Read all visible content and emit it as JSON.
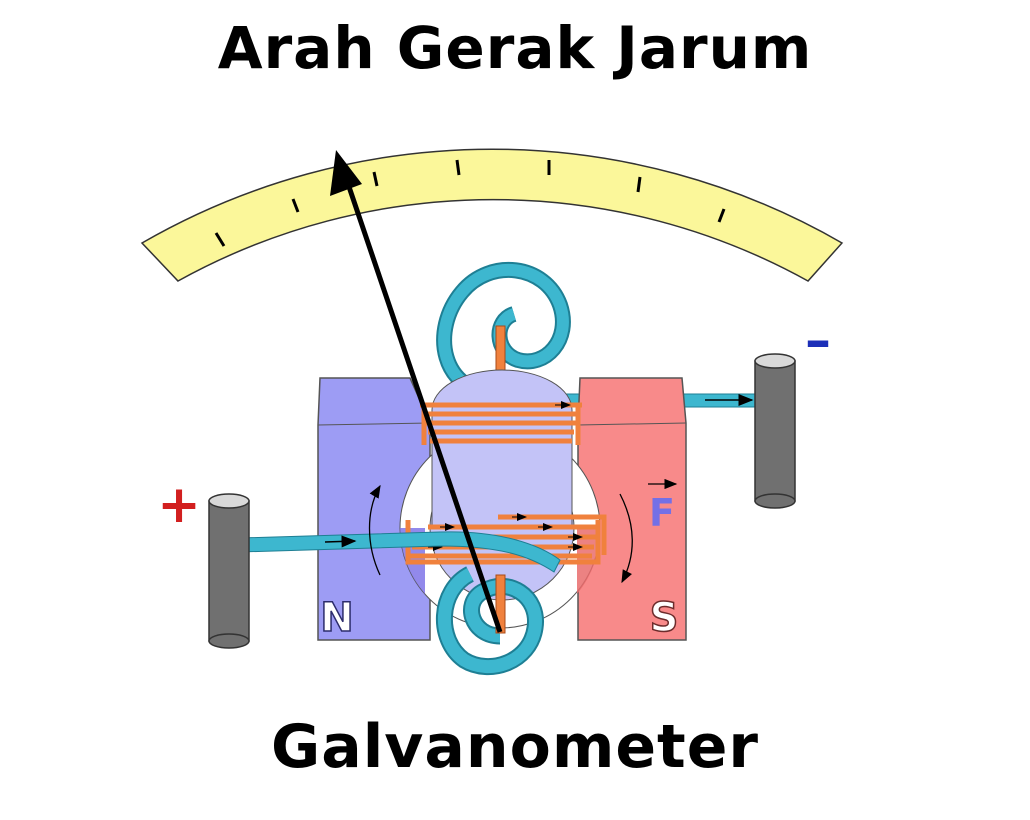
{
  "title": "Arah Gerak Jarum",
  "caption": "Galvanometer",
  "labels": {
    "north_pole": "N",
    "south_pole": "S",
    "force": "F",
    "positive_terminal": "+",
    "negative_terminal": "–"
  },
  "colors": {
    "scale": "#fbf79a",
    "north_magnet": "#9d9cf4",
    "south_magnet": "#f88a8a",
    "core": "#c3c3f7",
    "coil": "#f0813d",
    "spring": "#3db7cf",
    "terminal": "#707070",
    "plus_sign": "#d21f1f",
    "minus_sign": "#1c2fb8",
    "needle": "#000000"
  }
}
